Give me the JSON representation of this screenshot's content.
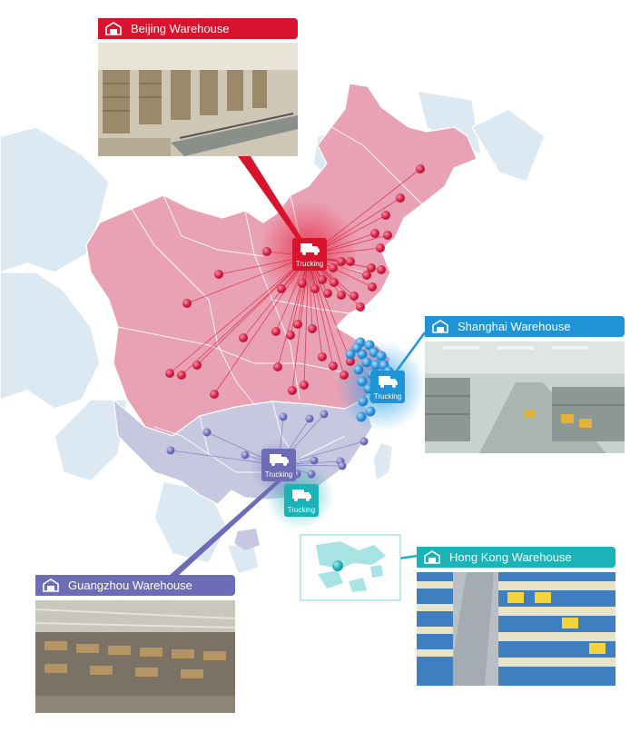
{
  "colors": {
    "beijing": "#d7132d",
    "shanghai": "#1f93d6",
    "hong_kong": "#1bb3b7",
    "guangzhou": "#6d6cb6",
    "north_region": "#e9a2b5",
    "south_region": "#c7c7e0",
    "sea_land": "#dce9f3"
  },
  "warehouses": {
    "beijing": {
      "name": "Beijing Warehouse",
      "icon": "warehouse-icon",
      "photo": "warehouse-interior-photo"
    },
    "shanghai": {
      "name": "Shanghai Warehouse",
      "icon": "warehouse-icon",
      "photo": "warehouse-interior-photo"
    },
    "hong_kong": {
      "name": "Hong Kong Warehouse",
      "icon": "warehouse-icon",
      "photo": "warehouse-shelving-photo"
    },
    "guangzhou": {
      "name": "Guangzhou Warehouse",
      "icon": "warehouse-icon",
      "photo": "warehouse-shelving-photo"
    }
  },
  "trucking": {
    "beijing": {
      "label": "Trucking",
      "icon": "truck-icon"
    },
    "shanghai": {
      "label": "Trucking",
      "icon": "truck-icon"
    },
    "guangzhou": {
      "label": "Trucking",
      "icon": "truck-icon"
    },
    "hong_kong": {
      "label": "Trucking",
      "icon": "truck-icon"
    }
  }
}
